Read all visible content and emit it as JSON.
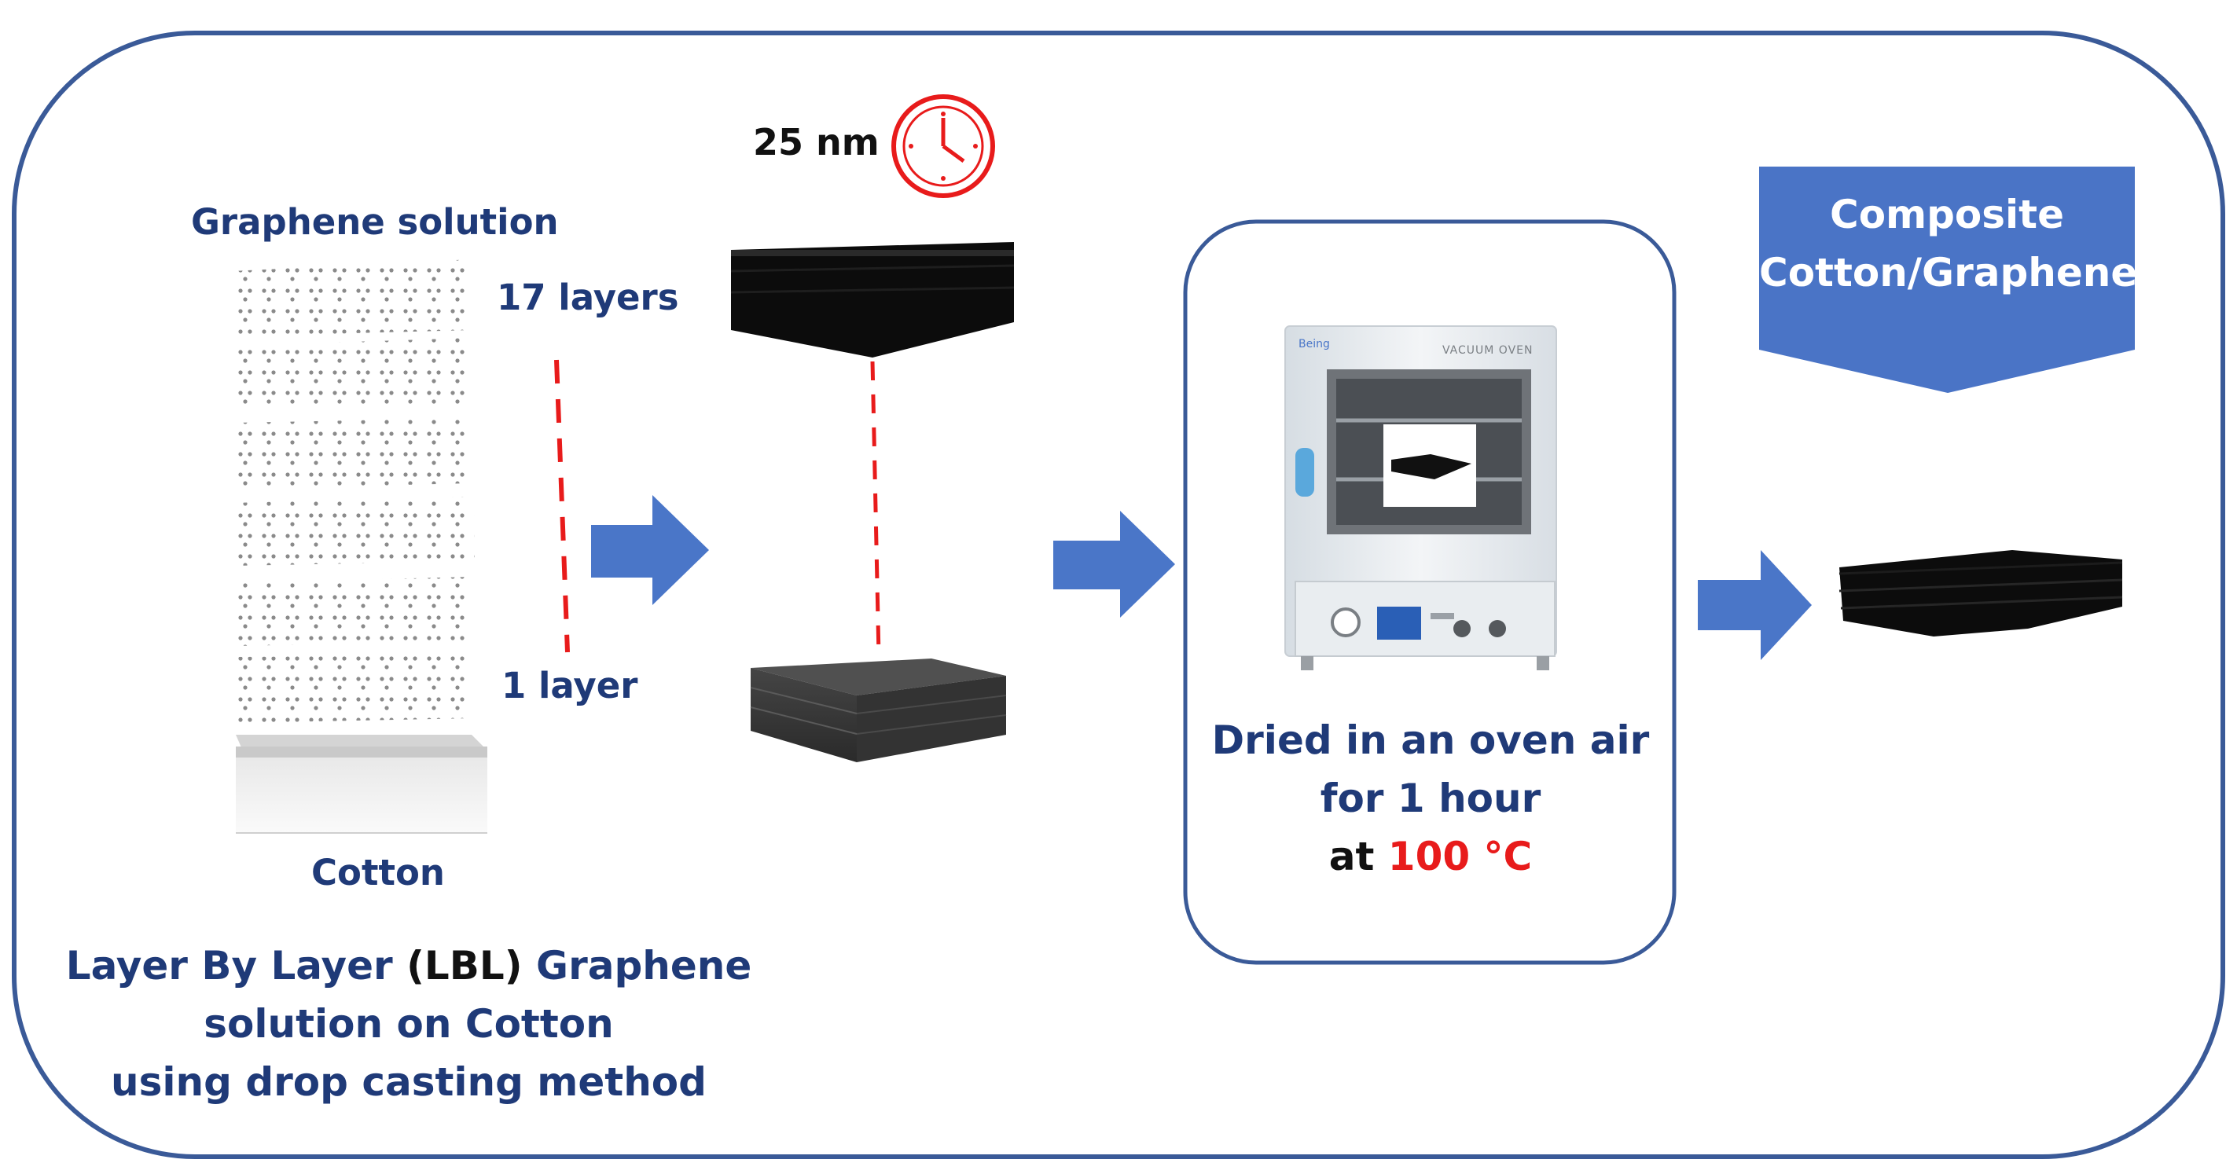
{
  "step1": {
    "solution_label": "Graphene solution",
    "top_layer_label": "17 layers",
    "bottom_layer_label": "1 layer",
    "substrate_label": "Cotton",
    "caption_line1_pre": "Layer By Layer ",
    "caption_line1_mid": "(LBL)",
    "caption_line1_post": " Graphene",
    "caption_line2": "solution on Cotton",
    "caption_line3": "using drop casting method"
  },
  "step2": {
    "thickness_label": "25 nm",
    "clock_icon": "clock-icon"
  },
  "step3": {
    "oven_brand": "Being",
    "oven_text": "VACUUM OVEN",
    "caption_line1": "Dried in an oven air",
    "caption_line2": "for 1 hour",
    "caption_line3_pre": "at ",
    "caption_temp": "100 °C"
  },
  "step4": {
    "banner_line1": "Composite",
    "banner_line2": "Cotton/Graphene"
  },
  "colors": {
    "frame": "#3a5a98",
    "text": "#1f3a78",
    "arrow": "#4a76c8",
    "banner": "#4a74c6",
    "accent_red": "#e81b1b"
  }
}
